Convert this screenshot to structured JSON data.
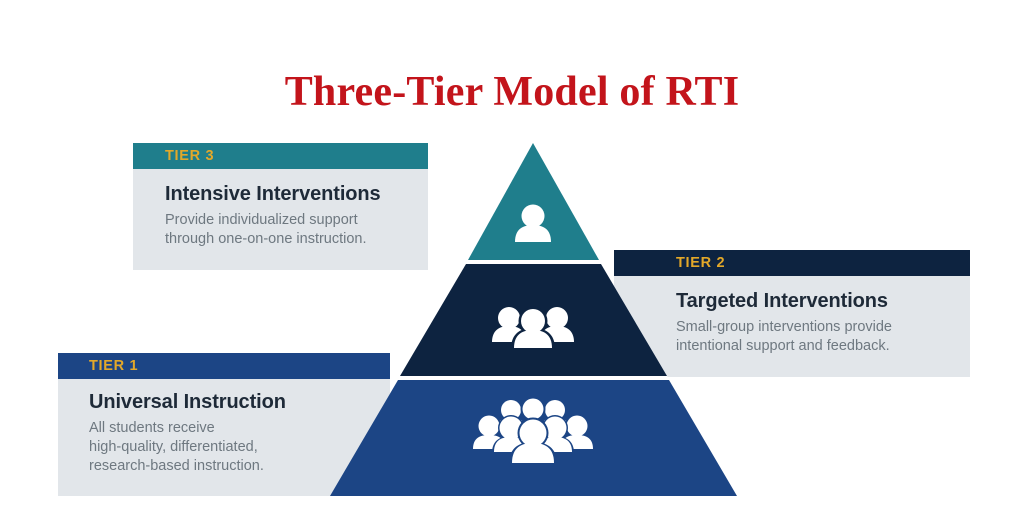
{
  "title": "Three-Tier Model of RTI",
  "colors": {
    "title_red": "#C3141B",
    "tier3_teal": "#1F7E8C",
    "tier2_navy": "#0D2340",
    "tier1_blue": "#1C4585",
    "panel_bg": "#E2E6EA",
    "tier_label_gold": "#E3A829",
    "heading_text": "#1E2A38",
    "body_text": "#6E7880",
    "page_bg": "#FFFFFF"
  },
  "tiers": [
    {
      "id": "tier3",
      "tier_label": "TIER 3",
      "heading": "Intensive Interventions",
      "description": "Provide individualized support\nthrough one-on-one instruction.",
      "icon": "single-person-icon",
      "icon_people_count": 1,
      "band_color": "#1F7E8C",
      "position": "left"
    },
    {
      "id": "tier2",
      "tier_label": "TIER 2",
      "heading": "Targeted Interventions",
      "description": "Small-group interventions provide\nintentional support and feedback.",
      "icon": "small-group-icon",
      "icon_people_count": 3,
      "band_color": "#0D2340",
      "position": "right"
    },
    {
      "id": "tier1",
      "tier_label": "TIER 1",
      "heading": "Universal Instruction",
      "description": "All students receive\nhigh-quality, differentiated,\nresearch-based instruction.",
      "icon": "crowd-icon",
      "icon_people_count": 9,
      "band_color": "#1C4585",
      "position": "left"
    }
  ],
  "chart_data": {
    "type": "pyramid",
    "title": "Three-Tier Model of RTI",
    "orientation": "apex-up",
    "levels": [
      {
        "level": 3,
        "label": "TIER 3",
        "name": "Intensive Interventions",
        "color": "#1F7E8C",
        "relative_width": 0.33,
        "population": "smallest"
      },
      {
        "level": 2,
        "label": "TIER 2",
        "name": "Targeted Interventions",
        "color": "#0D2340",
        "relative_width": 0.66,
        "population": "medium"
      },
      {
        "level": 1,
        "label": "TIER 1",
        "name": "Universal Instruction",
        "color": "#1C4585",
        "relative_width": 1.0,
        "population": "largest"
      }
    ],
    "legend": "none",
    "grid": false
  }
}
